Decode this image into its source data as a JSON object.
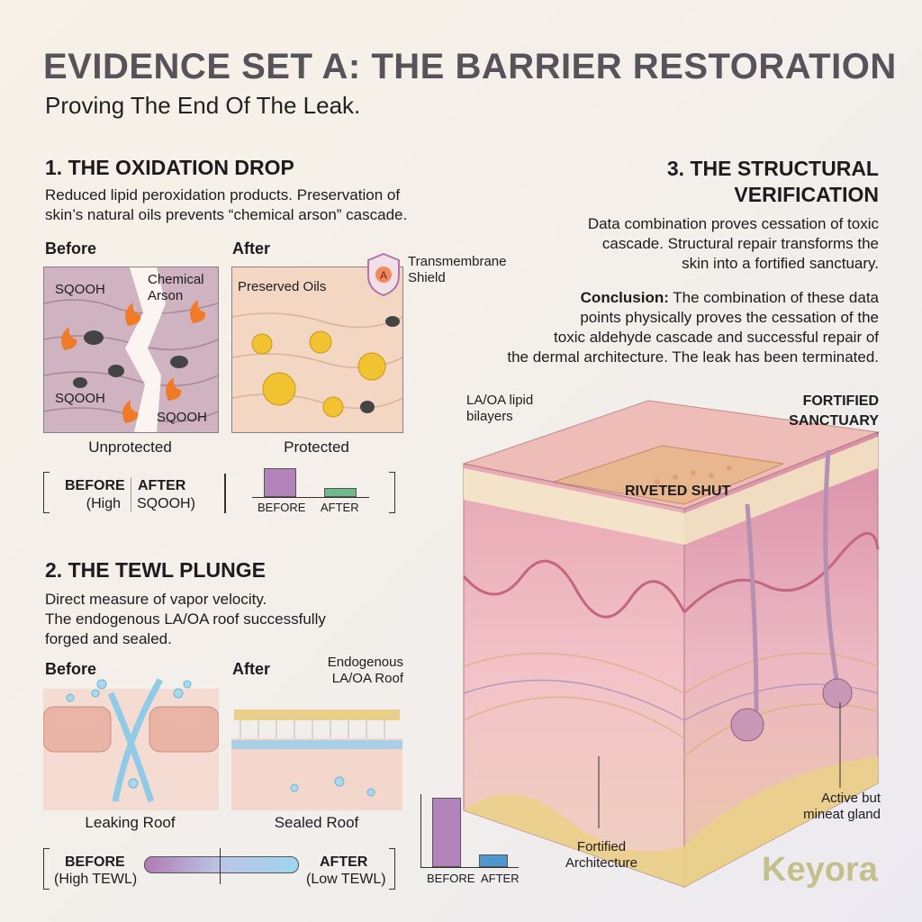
{
  "header": {
    "title": "EVIDENCE SET A: THE BARRIER RESTORATION",
    "subtitle": "Proving The End Of The Leak."
  },
  "section1": {
    "heading": "1. THE OXIDATION DROP",
    "text_line1": "Reduced lipid peroxidation products. Preservation of",
    "text_line2": "skin’s natural oils prevents “chemical arson” cascade.",
    "before_label": "Before",
    "after_label": "After",
    "before_annotations": {
      "sqooh1": "SQOOH",
      "chemical": "Chemical",
      "arson": "Arson",
      "sqooh2": "SQOOH",
      "sqooh3": "SQOOH"
    },
    "after_annotations": {
      "preserved": "Preserved Oils",
      "shield1": "Transmembrane",
      "shield2": "Shield",
      "shield_letter": "A"
    },
    "before_caption": "Unprotected",
    "after_caption": "Protected",
    "legend": {
      "before": "BEFORE",
      "before_sub": "(High",
      "after": "AFTER",
      "after_sub": "SQOOH)"
    },
    "bar_chart": {
      "categories": [
        "BEFORE",
        "AFTER"
      ],
      "values": [
        100,
        30
      ],
      "colors": [
        "#b384bb",
        "#6dbb88"
      ]
    }
  },
  "section2": {
    "heading": "2. THE TEWL PLUNGE",
    "text_line1": "Direct measure of vapor velocity.",
    "text_line2": "The endogenous LA/OA roof successfully",
    "text_line3": "forged and sealed.",
    "before_label": "Before",
    "after_label": "After",
    "roof_label1": "Endogenous",
    "roof_label2": "LA/OA Roof",
    "before_caption": "Leaking Roof",
    "after_caption": "Sealed Roof",
    "legend": {
      "before": "BEFORE",
      "before_sub": "(High TEWL)",
      "after": "AFTER",
      "after_sub": "(Low TEWL)"
    },
    "bar_chart": {
      "categories": [
        "BEFORE",
        "AFTER"
      ],
      "values": [
        100,
        18
      ],
      "colors": [
        "#b384bb",
        "#4f97cf"
      ]
    }
  },
  "section3": {
    "heading1": "3. THE STRUCTURAL",
    "heading2": "VERIFICATION",
    "text_line1": "Data combination proves cessation of toxic",
    "text_line2": "cascade. Structural repair transforms the",
    "text_line3": "skin into a fortified sanctuary.",
    "conclusion_label": "Conclusion:",
    "conclusion_line1": " The combination of these data",
    "conclusion_line2": "points physically proves the cessation of the",
    "conclusion_line3": "toxic aldehyde cascade and successful repair of",
    "conclusion_line4": "the dermal architecture. The leak has been terminated.",
    "callouts": {
      "lipid1": "LA/OA lipid",
      "lipid2": "bilayers",
      "fortified1": "FORTIFIED",
      "fortified2": "SANCTUARY",
      "riveted": "RIVETED SHUT",
      "arch1": "Fortified",
      "arch2": "Architecture",
      "gland1": "Active but",
      "gland2": "mineat gland"
    }
  },
  "logo": {
    "text": "Keyora"
  }
}
